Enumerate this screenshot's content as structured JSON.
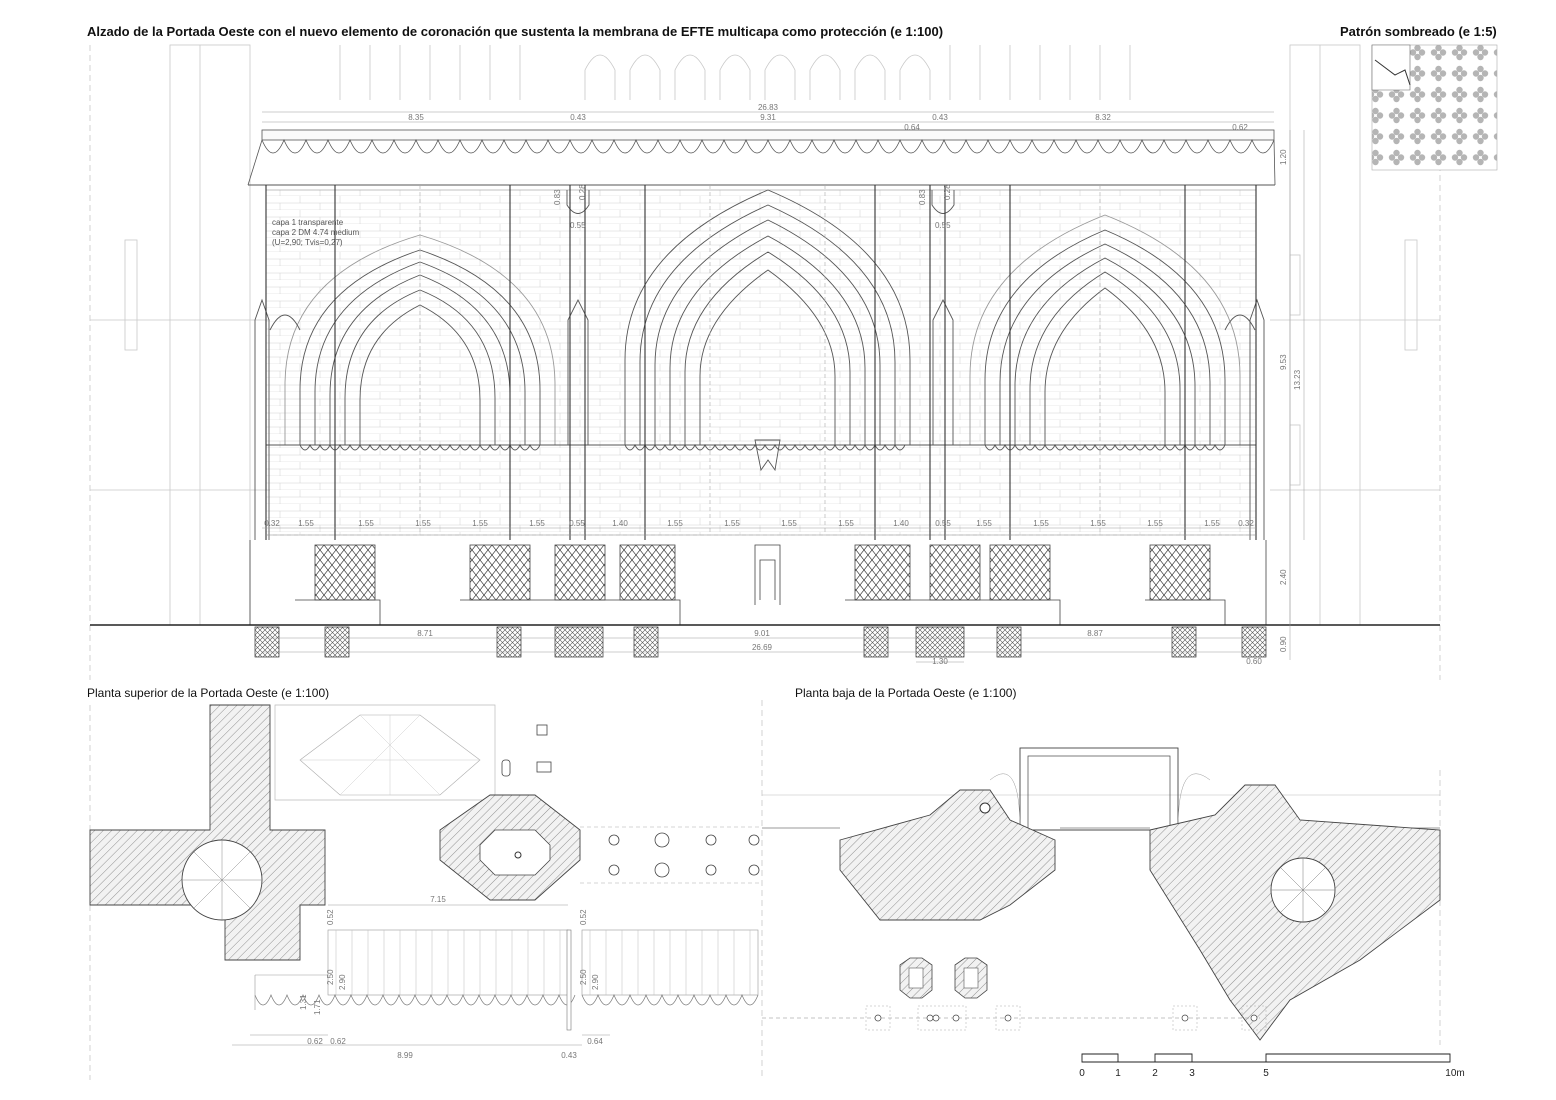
{
  "titles": {
    "elevation": "Alzado de la Portada Oeste con el nuevo elemento de coronación que sustenta la membrana de EFTE multicapa como protección  (e 1:100)",
    "pattern": "Patrón sombreado (e 1:5)",
    "upper_plan": "Planta superior de la Portada Oeste (e 1:100)",
    "ground_plan": "Planta baja de la Portada Oeste (e 1:100)"
  },
  "elevation": {
    "top_dims": {
      "total": "26.83",
      "left": "8.35",
      "gap_left": "0.43",
      "center": "9.31",
      "gap_mid": "0.64",
      "gap_right": "0.43",
      "right": "8.32",
      "edge_right": "0.62"
    },
    "membrane_note": [
      "capa 1 transparente",
      "capa 2 DM 4.74 medium",
      "(U=2,90; Tvis=0,27)"
    ],
    "pier_dims": {
      "left": "0.83",
      "left_b": "0.55",
      "right": "0.83",
      "right_b": "0.55",
      "left_c": "0.28",
      "right_c": "0.28"
    },
    "bay_dims": [
      "0.32",
      "1.55",
      "1.55",
      "1.55",
      "1.55",
      "1.55",
      "0.55",
      "1.40",
      "1.55",
      "1.55",
      "1.55",
      "1.55",
      "1.40",
      "0.55",
      "1.55",
      "1.55",
      "1.55",
      "1.55",
      "1.55",
      "0.32"
    ],
    "right_vertical": {
      "crown": "1.20",
      "upper": "9.53",
      "total": "13.23",
      "base": "2.40",
      "plinth": "0.90"
    },
    "bottom_dims": {
      "left": "8.71",
      "center": "9.01",
      "right": "8.87",
      "total": "26.69",
      "pier": "1.30",
      "edge": "0.60"
    }
  },
  "upper_plan": {
    "dims": {
      "span": "7.15",
      "a": "0.52",
      "b": "2.50",
      "c": "2.90",
      "d": "1.31",
      "e": "1.71",
      "f": "0.62",
      "g": "0.62",
      "total": "8.99",
      "h": "0.43",
      "i": "0.64",
      "j": "0.52",
      "k": "2.50",
      "l": "2.90"
    }
  },
  "scale_bar": {
    "labels": [
      "0",
      "1",
      "2",
      "3",
      "5",
      "10m"
    ]
  },
  "colors": {
    "line": "#555555",
    "light": "#9a9a9a",
    "hatch": "#6a6a6a",
    "pattern": "#b0b0b0"
  }
}
